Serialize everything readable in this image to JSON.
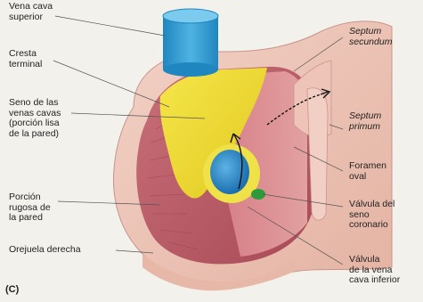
{
  "panel_letter": "(C)",
  "labels": {
    "vena_cava_superior": "Vena cava\nsuperior",
    "cresta_terminal": "Cresta\nterminal",
    "seno_venas_cavas": "Seno de las\nvenas cavas\n(porción lisa\nde la pared)",
    "porcion_rugosa": "Porción\nrugosa de\nla pared",
    "orejuela_derecha": "Orejuela derecha",
    "septum_secundum": "Septum\nsecundum",
    "septum_primum": "Septum\nprimum",
    "foramen_oval": "Foramen\noval",
    "valvula_seno_coronario": "Válvula del\nseno\ncoronario",
    "valvula_vena_cava_inferior": "Válvula\nde la vena\ncava inferior"
  }
}
